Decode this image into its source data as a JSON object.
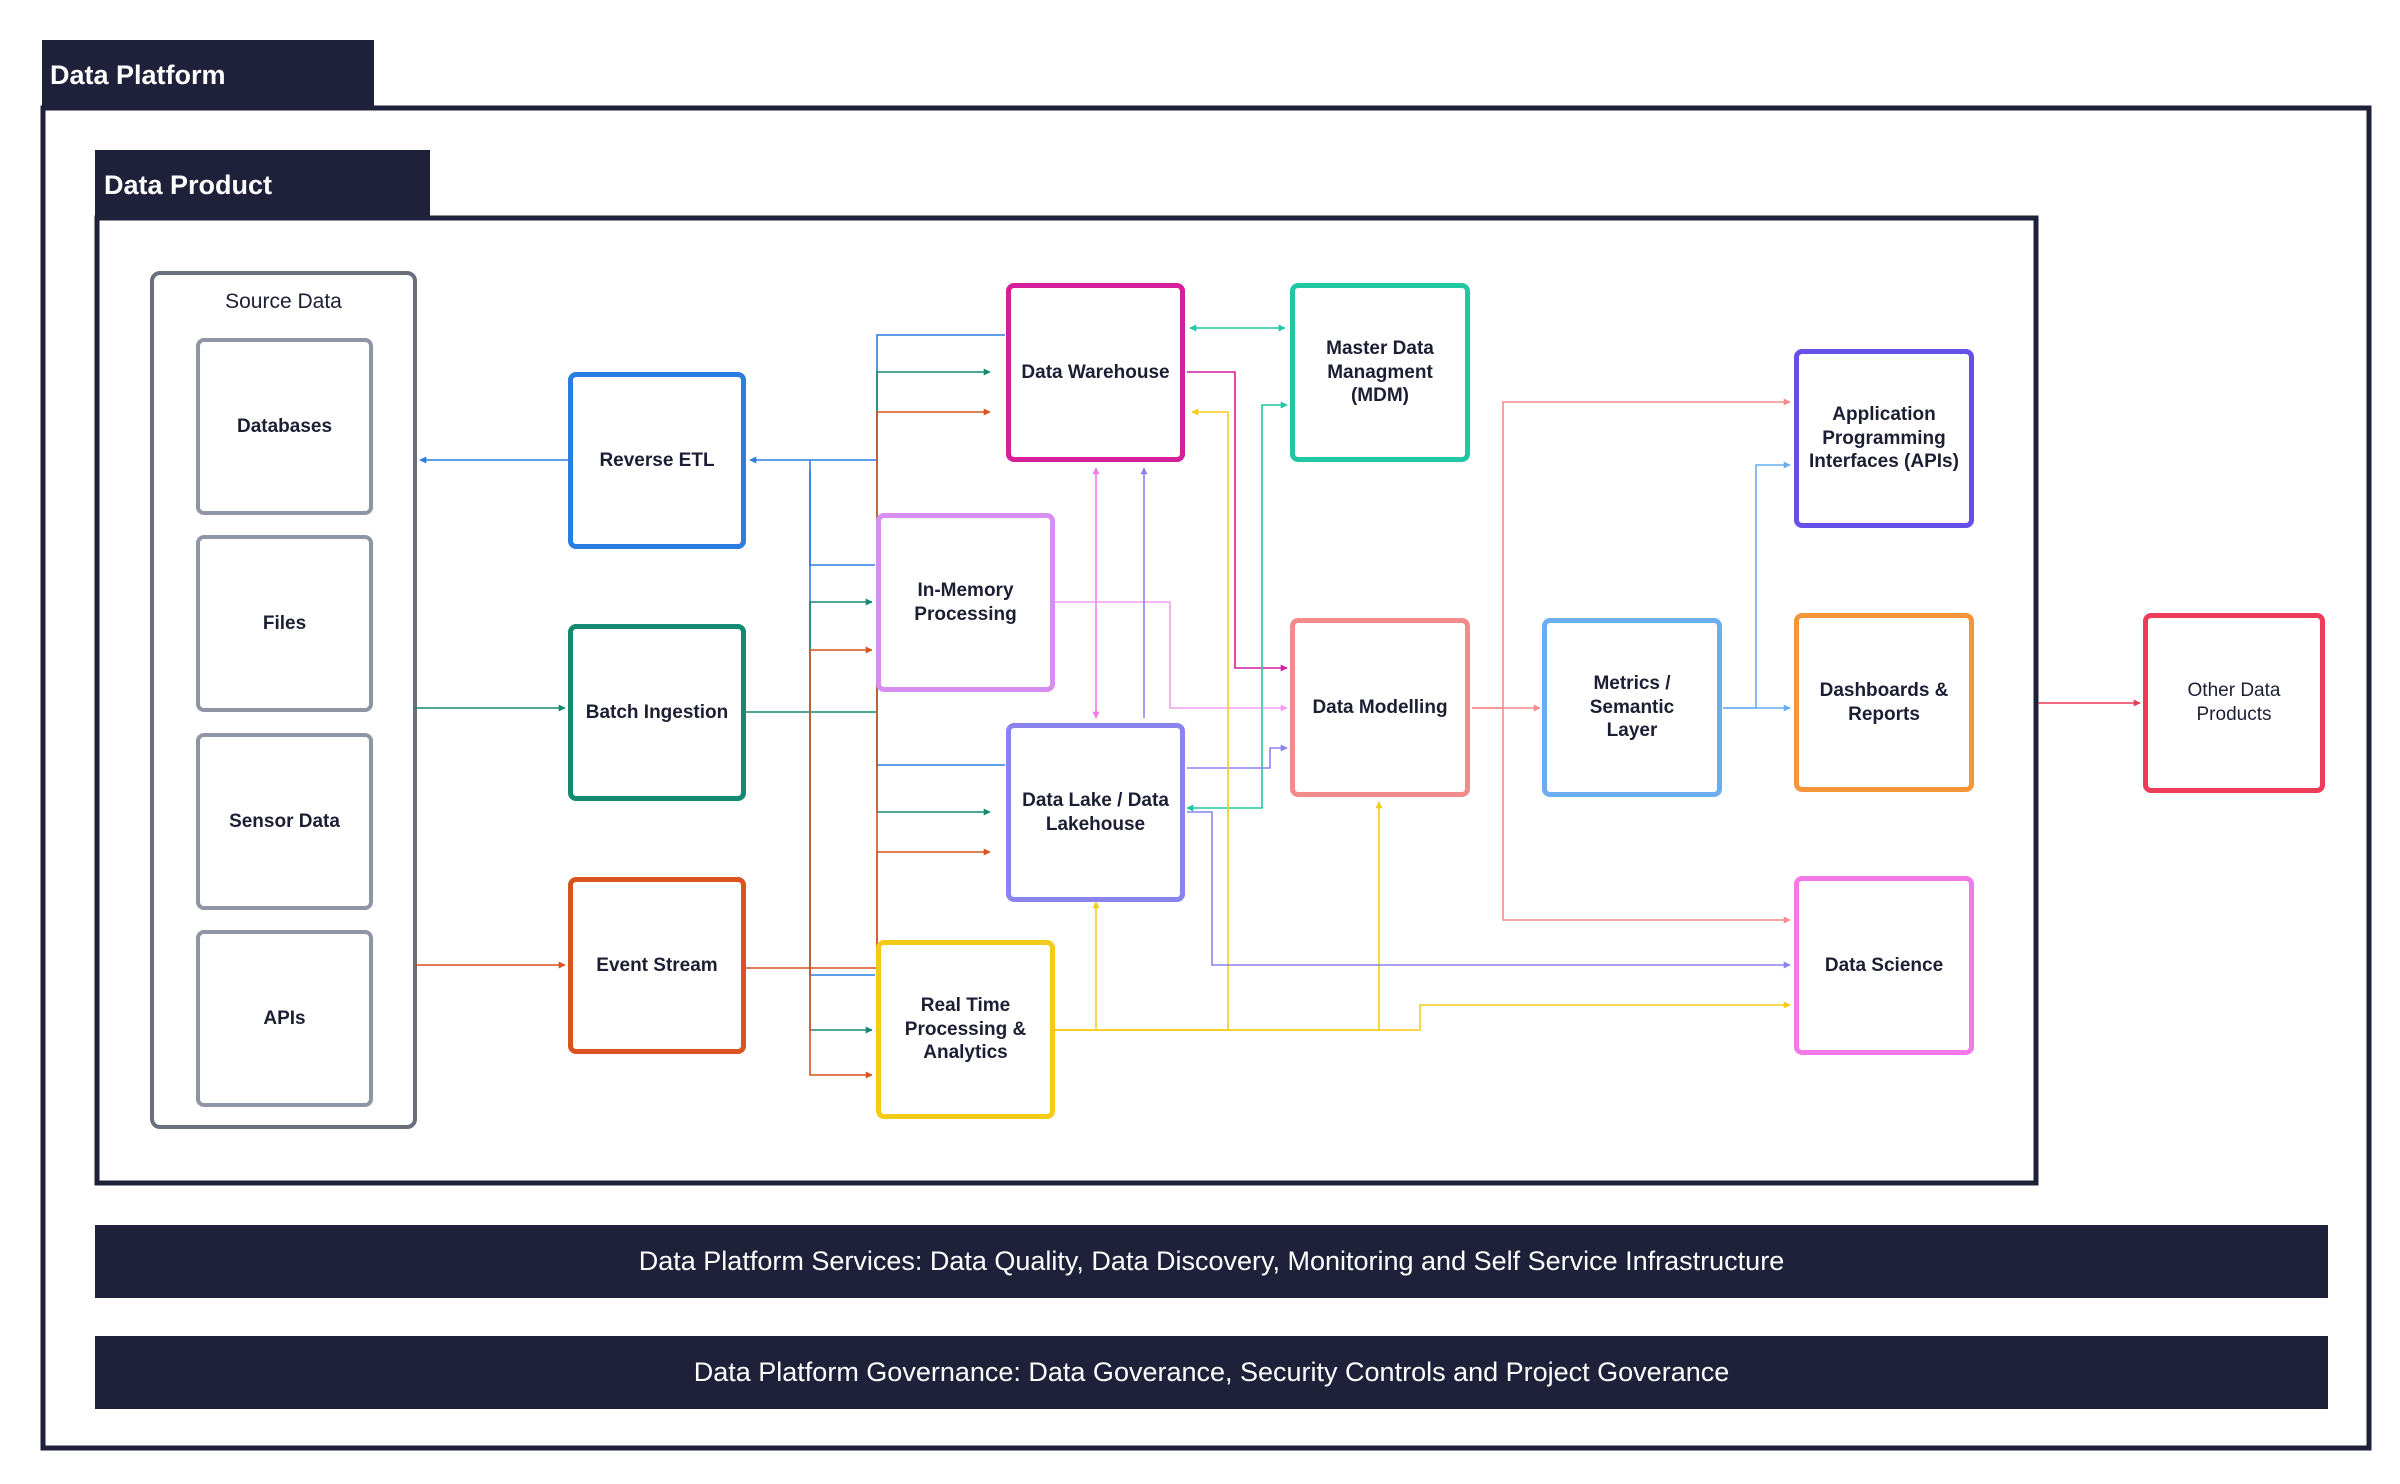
{
  "platform": {
    "title": "Data Platform"
  },
  "product": {
    "title": "Data Product"
  },
  "source": {
    "title": "Source Data",
    "items": [
      "Databases",
      "Files",
      "Sensor Data",
      "APIs"
    ]
  },
  "nodes": {
    "reverse_etl": "Reverse ETL",
    "batch_ingestion": "Batch Ingestion",
    "event_stream": "Event Stream",
    "data_warehouse": "Data Warehouse",
    "in_memory": "In-Memory Processing",
    "data_lake": "Data Lake / Data Lakehouse",
    "real_time": "Real Time Processing & Analytics",
    "mdm": "Master Data Managment (MDM)",
    "data_modelling": "Data Modelling",
    "metrics": "Metrics / Semantic Layer",
    "apis_out": "Application Programming Interfaces (APIs)",
    "dashboards": "Dashboards & Reports",
    "data_science": "Data Science",
    "other_products": "Other Data Products"
  },
  "services": "Data Platform Services: Data Quality,  Data Discovery, Monitoring and Self Service Infrastructure",
  "governance": "Data Platform Governance: Data Goverance, Security Controls and Project Goverance",
  "colors": {
    "navy": "#1e2139",
    "gray": "#8e95a5",
    "blue": "#2a7de1",
    "teal": "#138a72",
    "orange": "#d9541e",
    "magenta": "#d41e9a",
    "lavender": "#d68ef0",
    "periwinkle": "#8b84ef",
    "yellow": "#f5cb1a",
    "mint": "#1fc7a3",
    "salmon": "#f28c8c",
    "sky": "#6aaef0",
    "indigo": "#6550e8",
    "amber": "#f5953a",
    "pink": "#f27ae8",
    "red": "#ec3c5a"
  }
}
